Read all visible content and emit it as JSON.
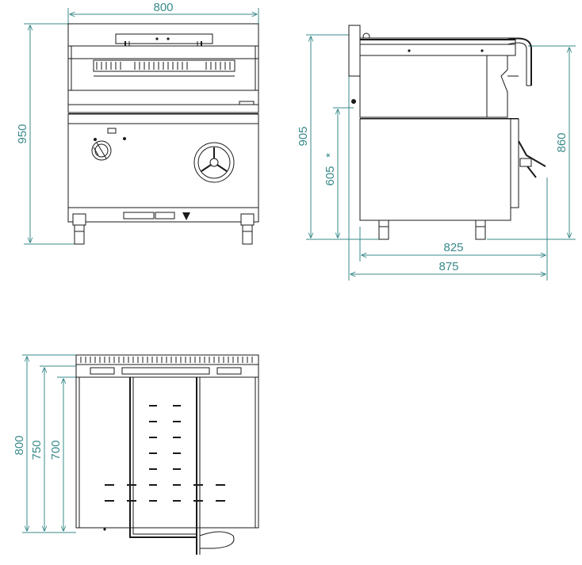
{
  "colors": {
    "dimension": "#3a8a8a",
    "line": "#1a1a1a",
    "background": "#ffffff"
  },
  "front_view": {
    "width_label": "800",
    "height_label": "950"
  },
  "side_view": {
    "height_label": "905",
    "inner_height_label": "605",
    "inner_height_mark": "*",
    "right_height_label": "860",
    "depth_label": "825",
    "overall_depth_label": "875"
  },
  "top_view": {
    "depth_label_1": "800",
    "depth_label_2": "750",
    "depth_label_3": "700"
  }
}
